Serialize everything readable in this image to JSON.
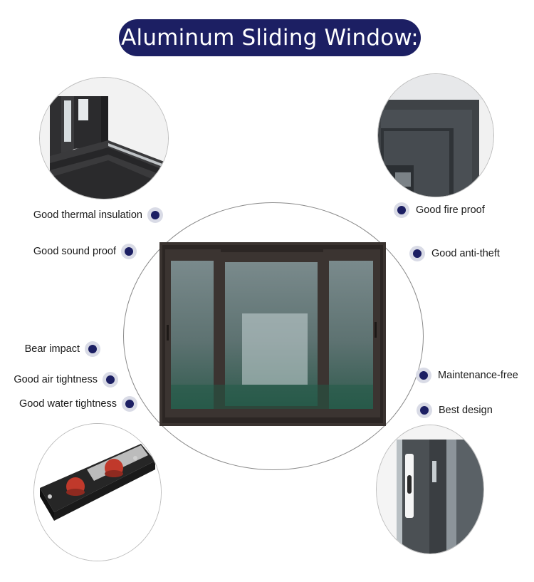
{
  "title": "Aluminum Sliding Window:",
  "colors": {
    "accent": "#1c1f63",
    "dot_ring": "#d9dbe6",
    "frame": "#3a3330",
    "glass": "#3d5d58"
  },
  "features_left": [
    {
      "label": "Good thermal insulation",
      "icon": "bullet-dot-icon"
    },
    {
      "label": "Good sound proof",
      "icon": "bullet-dot-icon"
    },
    {
      "label": "Bear impact",
      "icon": "bullet-dot-icon"
    },
    {
      "label": "Good air tightness",
      "icon": "bullet-dot-icon"
    },
    {
      "label": "Good water tightness",
      "icon": "bullet-dot-icon"
    }
  ],
  "features_right": [
    {
      "label": "Good fire proof",
      "icon": "bullet-dot-icon"
    },
    {
      "label": "Good anti-theft",
      "icon": "bullet-dot-icon"
    },
    {
      "label": "Maintenance-free",
      "icon": "bullet-dot-icon"
    },
    {
      "label": "Best design",
      "icon": "bullet-dot-icon"
    }
  ]
}
